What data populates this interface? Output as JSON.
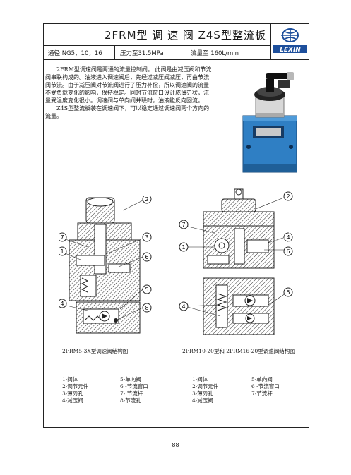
{
  "header": {
    "title": "2FRM型 调 速 阀 Z4S型整流板",
    "specs": [
      "通径 NG5，10，16",
      "压力至31.5MPa",
      "流量至 160L/min"
    ],
    "logo_text": "LEXIN"
  },
  "body": {
    "paragraphs": [
      "2FRM型调速阀是两通的流量控制阀。 此阀是由减压阀和节流阀串联构成的。油液进入调速阀后，先经过减压阀减压，再由节流阀节流。由于减压阀对节流阀进行了压力补偿，所以调速阀的流量不受负载变化的影响，保持稳定。同时节流窗口设计成薄刃状，流量受温度变化很小。调速阀与单向阀并联时，油液能反向回流。",
      "Z4S型整流板装在调速阀下，可以稳定通过调速阀两个方向的流量。"
    ]
  },
  "diagrams": {
    "left_caption": "2FRM5-3X型调速阀结构图",
    "right_caption": "2FRM10-20型和 2FRM16-20型调速阀结构图",
    "left_callouts": [
      "2",
      "7",
      "3",
      "1",
      "6",
      "5",
      "4",
      "8"
    ],
    "right_callouts": [
      "2",
      "7",
      "4",
      "1",
      "6",
      "5",
      "4"
    ]
  },
  "parts": {
    "left_col1": [
      "1-阀体",
      "2-调节元件",
      "3-薄刃孔",
      "4-减压阀"
    ],
    "left_col2": [
      "5-单向阀",
      "6 -节流窗口",
      "7- 节流杆",
      "8-节流孔"
    ],
    "right_col1": [
      "1-阀体",
      "2-调节元件",
      "3-薄刃孔",
      "4-减压阀"
    ],
    "right_col2": [
      "5-单向阀",
      "6 -节流窗口",
      "7-节流杆"
    ]
  },
  "page_number": "88",
  "colors": {
    "product_blue": "#2f7fc4",
    "logo_blue": "#1d4f9c",
    "line": "#222222"
  }
}
